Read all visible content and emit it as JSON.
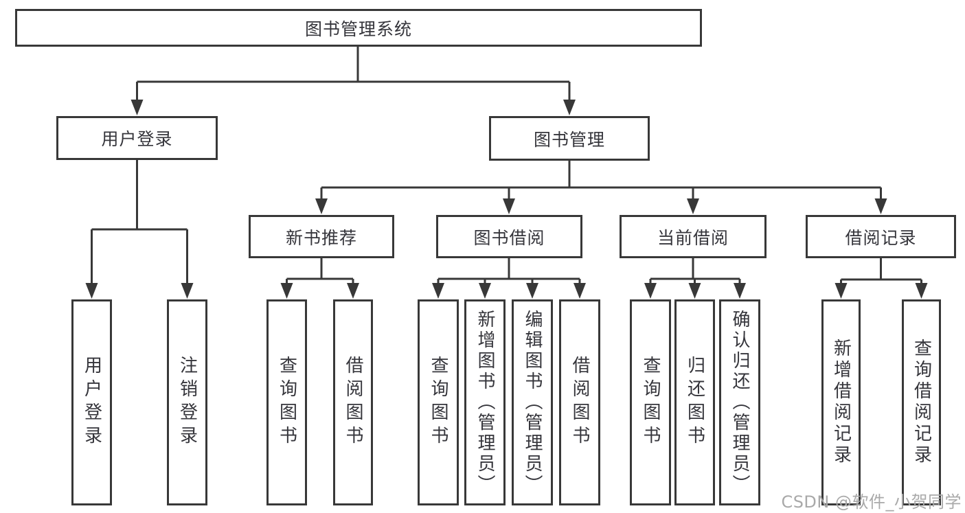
{
  "colors": {
    "line": "#383838",
    "box_border": "#383838",
    "text": "#35353b",
    "watermark": "#a9a9a9",
    "background": "#ffffff"
  },
  "diagram": {
    "type": "hierarchy-tree",
    "root": {
      "label": "图书管理系统"
    },
    "branches": [
      {
        "label": "用户登录",
        "children": [
          {
            "label": "用户登录"
          },
          {
            "label": "注销登录"
          }
        ]
      },
      {
        "label": "图书管理",
        "children": [
          {
            "label": "新书推荐",
            "children": [
              {
                "label": "查询图书"
              },
              {
                "label": "借阅图书"
              }
            ]
          },
          {
            "label": "图书借阅",
            "children": [
              {
                "label": "查询图书"
              },
              {
                "label": "新增图书（管理员）"
              },
              {
                "label": "编辑图书（管理员）"
              },
              {
                "label": "借阅图书"
              }
            ]
          },
          {
            "label": "当前借阅",
            "children": [
              {
                "label": "查询图书"
              },
              {
                "label": "归还图书"
              },
              {
                "label": "确认归还（管理员）"
              }
            ]
          },
          {
            "label": "借阅记录",
            "children": [
              {
                "label": "新增借阅记录"
              },
              {
                "label": "查询借阅记录"
              }
            ]
          }
        ]
      }
    ]
  },
  "watermark": {
    "text": "CSDN @软件_小贺同学"
  }
}
